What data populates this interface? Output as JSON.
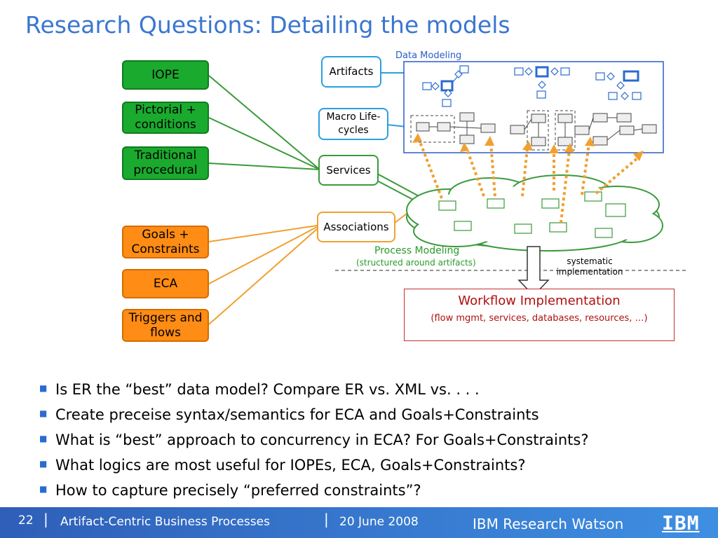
{
  "title": "Research Questions: Detailing the models",
  "left_green": [
    "IOPE",
    "Pictorial + conditions",
    "Traditional procedural"
  ],
  "left_orange": [
    "Goals + Constraints",
    "ECA",
    "Triggers and flows"
  ],
  "middle": {
    "artifacts": "Artifacts",
    "macro": "Macro Life-cycles",
    "services": "Services",
    "associations": "Associations"
  },
  "data_modeling": "Data Modeling",
  "process_modeling": "Process Modeling",
  "process_modeling_sub": "(structured around artifacts)",
  "systematic": "systematic implementation",
  "workflow": {
    "title": "Workflow Implementation",
    "subtitle": "(flow mgmt, services, databases, resources, …)"
  },
  "bullets": [
    "Is ER the “best” data model? Compare ER vs. XML vs. . . .",
    "Create preceise syntax/semantics for ECA and Goals+Constraints",
    "What is “best” approach to concurrency in ECA?  For Goals+Constraints?",
    "What logics are most useful for IOPEs, ECA, Goals+Constraints?",
    "How to capture precisely “preferred constraints”?"
  ],
  "footer": {
    "page": "22",
    "sep": "|",
    "title": "Artifact-Centric Business Processes",
    "date": "20 June 2008",
    "org": "IBM Research Watson",
    "logo": "IBM"
  },
  "colors": {
    "title": "#3a76d0",
    "green_box": "#1aaa2e",
    "orange_box": "#ff8c14",
    "blue_frame": "#2a5cc8",
    "workflow_text": "#b01010"
  }
}
